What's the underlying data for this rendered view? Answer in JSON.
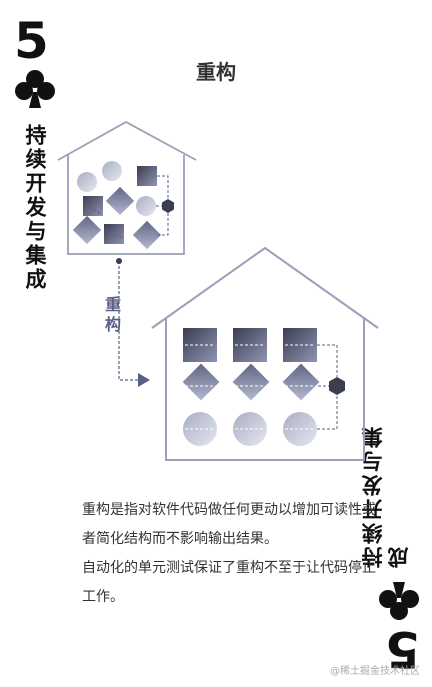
{
  "card": {
    "rank": "5",
    "suit_icon": "club-icon",
    "topic": "持续开发与集成",
    "title": "重构",
    "flow_label": "重构",
    "description": [
      "重构是指对软件代码做任何更动以增加可读性或者简化结构而不影响输出结果。",
      "自动化的单元测试保证了重构不至于让代码停止工作。"
    ],
    "watermark": "@稀土掘金技术社区"
  },
  "colors": {
    "ink": "#111111",
    "accent": "#5a5f86",
    "house": "#9aa0b8"
  }
}
